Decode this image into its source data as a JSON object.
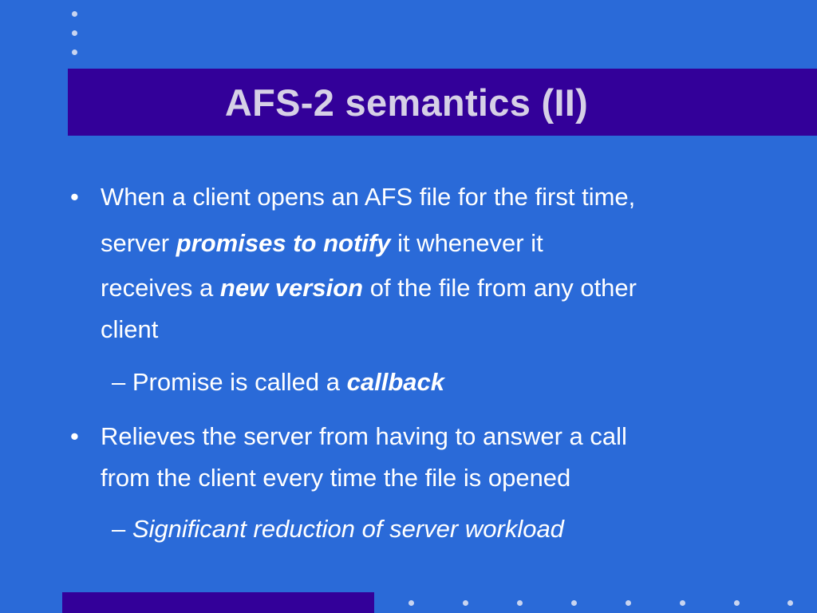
{
  "slide": {
    "title": "AFS-2 semantics (II)",
    "bullet_symbol": "•",
    "dash_symbol": "–",
    "bullets": [
      {
        "lines": [
          {
            "segments": [
              "When a client opens an AFS file for the first time,"
            ]
          },
          {
            "segments": [
              "server ",
              "promises to notify",
              " it whenever it"
            ]
          },
          {
            "segments": [
              "receives a ",
              "new version",
              " of the file from any other"
            ]
          },
          {
            "segments": [
              "client"
            ]
          }
        ],
        "sub": {
          "segments": [
            " Promise is called a ",
            "callback"
          ]
        }
      },
      {
        "lines": [
          {
            "segments": [
              "Relieves the server from having to answer a  call"
            ]
          },
          {
            "segments": [
              "from the client every time the file is opened"
            ]
          }
        ],
        "sub": {
          "segments": [
            " ",
            "Significant reduction of server workload"
          ]
        }
      }
    ]
  },
  "colors": {
    "background": "#2a6ad8",
    "title_band": "#330099",
    "title_text": "#d6d0e6",
    "body_text": "#ffffff",
    "dots": "#c8d4f0"
  }
}
